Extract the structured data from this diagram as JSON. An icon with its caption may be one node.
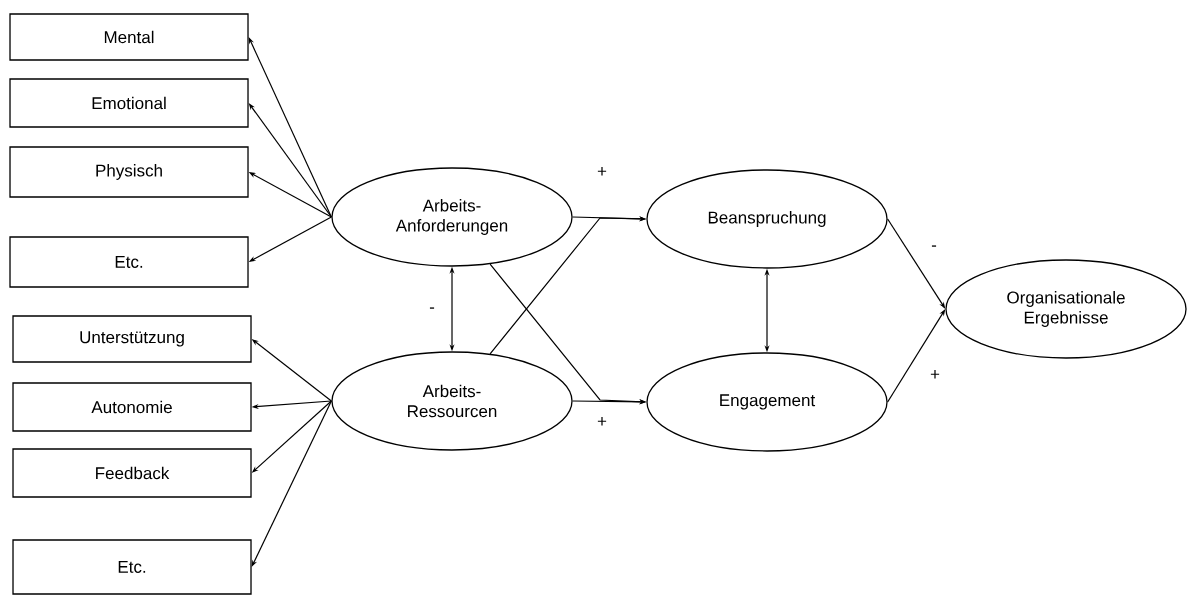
{
  "diagram": {
    "nodes": [
      {
        "text": [
          "Mental"
        ]
      },
      {
        "text": [
          "Emotional"
        ]
      },
      {
        "text": [
          "Physisch"
        ]
      },
      {
        "text": [
          "Etc."
        ]
      },
      {
        "text": [
          "Unterstützung"
        ]
      },
      {
        "text": [
          "Autonomie"
        ]
      },
      {
        "text": [
          "Feedback"
        ]
      },
      {
        "text": [
          "Etc."
        ]
      },
      {
        "text": [
          "Arbeits- Anforderungen"
        ]
      },
      {
        "text": [
          "Arbeits- Ressourcen"
        ]
      },
      {
        "text": [
          "Beanspruchung"
        ]
      },
      {
        "text": [
          "Engagement"
        ]
      },
      {
        "text": [
          "Organisationale Ergebnisse"
        ]
      }
    ],
    "edges": [
      {
        "from": 8,
        "to": 0,
        "arrow": "to"
      },
      {
        "from": 8,
        "to": 1,
        "arrow": "to"
      },
      {
        "from": 8,
        "to": 2,
        "arrow": "to"
      },
      {
        "from": 8,
        "to": 3,
        "arrow": "to"
      },
      {
        "from": 9,
        "to": 4,
        "arrow": "to"
      },
      {
        "from": 9,
        "to": 5,
        "arrow": "to"
      },
      {
        "from": 9,
        "to": 6,
        "arrow": "to"
      },
      {
        "from": 9,
        "to": 7,
        "arrow": "to"
      },
      {
        "from": 8,
        "to": 9,
        "arrow": "both",
        "label": "-"
      },
      {
        "from": 8,
        "to": 10,
        "arrow": "to",
        "label": "+"
      },
      {
        "from": 9,
        "to": 11,
        "arrow": "to",
        "label": "+"
      },
      {
        "from": 8,
        "to": 11,
        "arrow": "to"
      },
      {
        "from": 9,
        "to": 10,
        "arrow": "to"
      },
      {
        "from": 10,
        "to": 11,
        "arrow": "both"
      },
      {
        "from": 10,
        "to": 12,
        "arrow": "to",
        "label": "-"
      },
      {
        "from": 11,
        "to": 12,
        "arrow": "to",
        "label": "+"
      }
    ]
  }
}
